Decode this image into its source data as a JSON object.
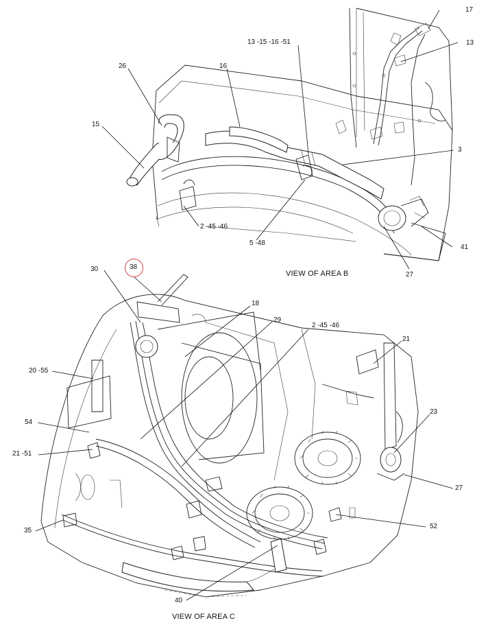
{
  "views": [
    {
      "title": "VIEW OF AREA B",
      "callouts": [
        "17",
        "13",
        "13 -15 -16 -51",
        "16",
        "26",
        "15",
        "3",
        "2 -45 -46",
        "5 -48",
        "41",
        "27"
      ]
    },
    {
      "title": "VIEW OF AREA C",
      "callouts": [
        "38",
        "30",
        "18",
        "29",
        "2 -45 -46",
        "21",
        "20 -55",
        "54",
        "21 -51",
        "23",
        "27",
        "35",
        "52",
        "40"
      ]
    }
  ],
  "highlight": {
    "callout": "38",
    "color": "#d04040"
  }
}
